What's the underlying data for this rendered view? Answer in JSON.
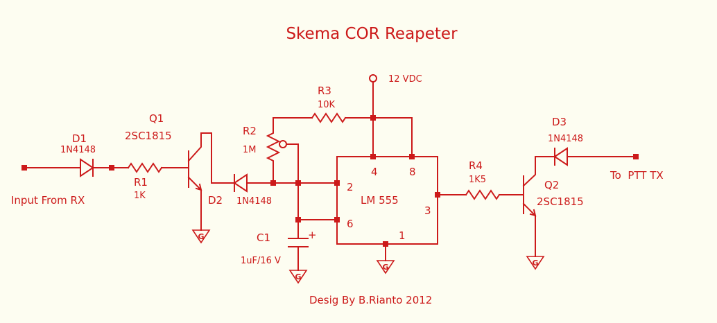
{
  "title": "Skema COR Reapeter",
  "credit": "Desig By B.Rianto 2012",
  "supply": "12 VDC",
  "input_label": "Input From RX",
  "output_label": "To  PTT TX",
  "ic": {
    "name": "LM 555",
    "pins": [
      "4",
      "8",
      "2",
      "6",
      "3",
      "1"
    ]
  },
  "components": {
    "d1": {
      "ref": "D1",
      "value": "1N4148"
    },
    "r1": {
      "ref": "R1",
      "value": "1K"
    },
    "q1": {
      "ref": "Q1",
      "value": "2SC1815"
    },
    "d2": {
      "ref": "D2",
      "value": "1N4148"
    },
    "r2": {
      "ref": "R2",
      "value": "1M"
    },
    "r3": {
      "ref": "R3",
      "value": "10K"
    },
    "c1": {
      "ref": "C1",
      "value": "1uF/16 V",
      "polarity": "+"
    },
    "r4": {
      "ref": "R4",
      "value": "1K5"
    },
    "q2": {
      "ref": "Q2",
      "value": "2SC1815"
    },
    "d3": {
      "ref": "D3",
      "value": "1N4148"
    }
  },
  "ground_label": "G",
  "colors": {
    "ink": "#cc1a1a",
    "background": "#fdfdf1"
  }
}
